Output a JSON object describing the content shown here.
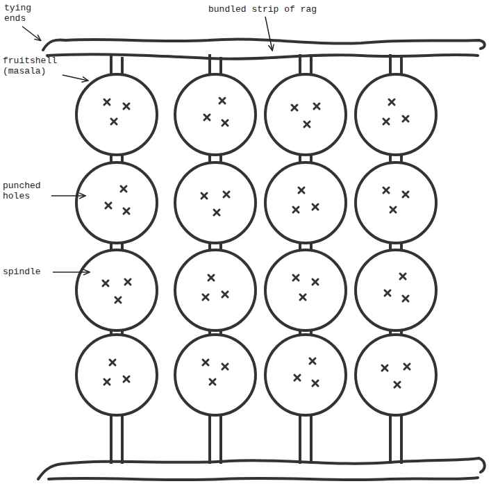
{
  "diagram": {
    "labels": [
      "tying ends",
      "bundled strip of rag",
      "fruitshell (masala)",
      "punched holes",
      "spindle"
    ]
  }
}
